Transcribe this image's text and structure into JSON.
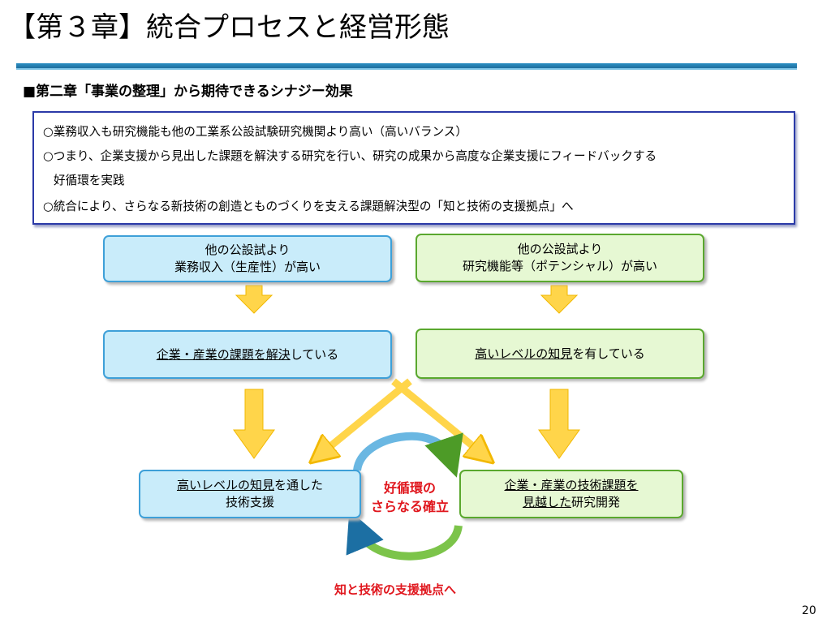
{
  "title": "【第３章】統合プロセスと経営形態",
  "subheading": "■第二章「事業の整理」から期待できるシナジー効果",
  "summary": {
    "lines": [
      "○業務収入も研究機能も他の工業系公設試験研究機関より高い（高いバランス）",
      "○つまり、企業支援から見出した課題を解決する研究を行い、研究の成果から高度な企業支援にフィードバックする",
      "好循環を実践",
      "○統合により、さらなる新技術の創造とものづくりを支える課題解決型の「知と技術の支援拠点」へ"
    ]
  },
  "flow": {
    "left_top": {
      "line1": "他の公設試より",
      "line2": "業務収入（生産性）が高い"
    },
    "right_top": {
      "line1": "他の公設試より",
      "line2": "研究機能等（ポテンシャル）が高い"
    },
    "left_mid": {
      "u": "企業・産業の課題を解決",
      "rest": "している"
    },
    "right_mid": {
      "u": "高いレベルの知見",
      "rest": "を有している"
    },
    "left_bottom": {
      "u": "高いレベルの知見",
      "rest": "を通した",
      "line2": "技術支援"
    },
    "right_bottom": {
      "u1": "企業・産業の技術課題を",
      "u2": "見越した",
      "rest2": "研究開発"
    },
    "center_line1": "好循環の",
    "center_line2": "さらなる確立",
    "conclusion": "知と技術の支援拠点へ"
  },
  "page_number": "20",
  "colors": {
    "accent_blue": "#2a8fc4",
    "box_blue": "#c9ecfa",
    "box_green": "#e6f8d3",
    "arrow_yellow": "#ffd54a",
    "emphasis_red": "#e0161d"
  }
}
